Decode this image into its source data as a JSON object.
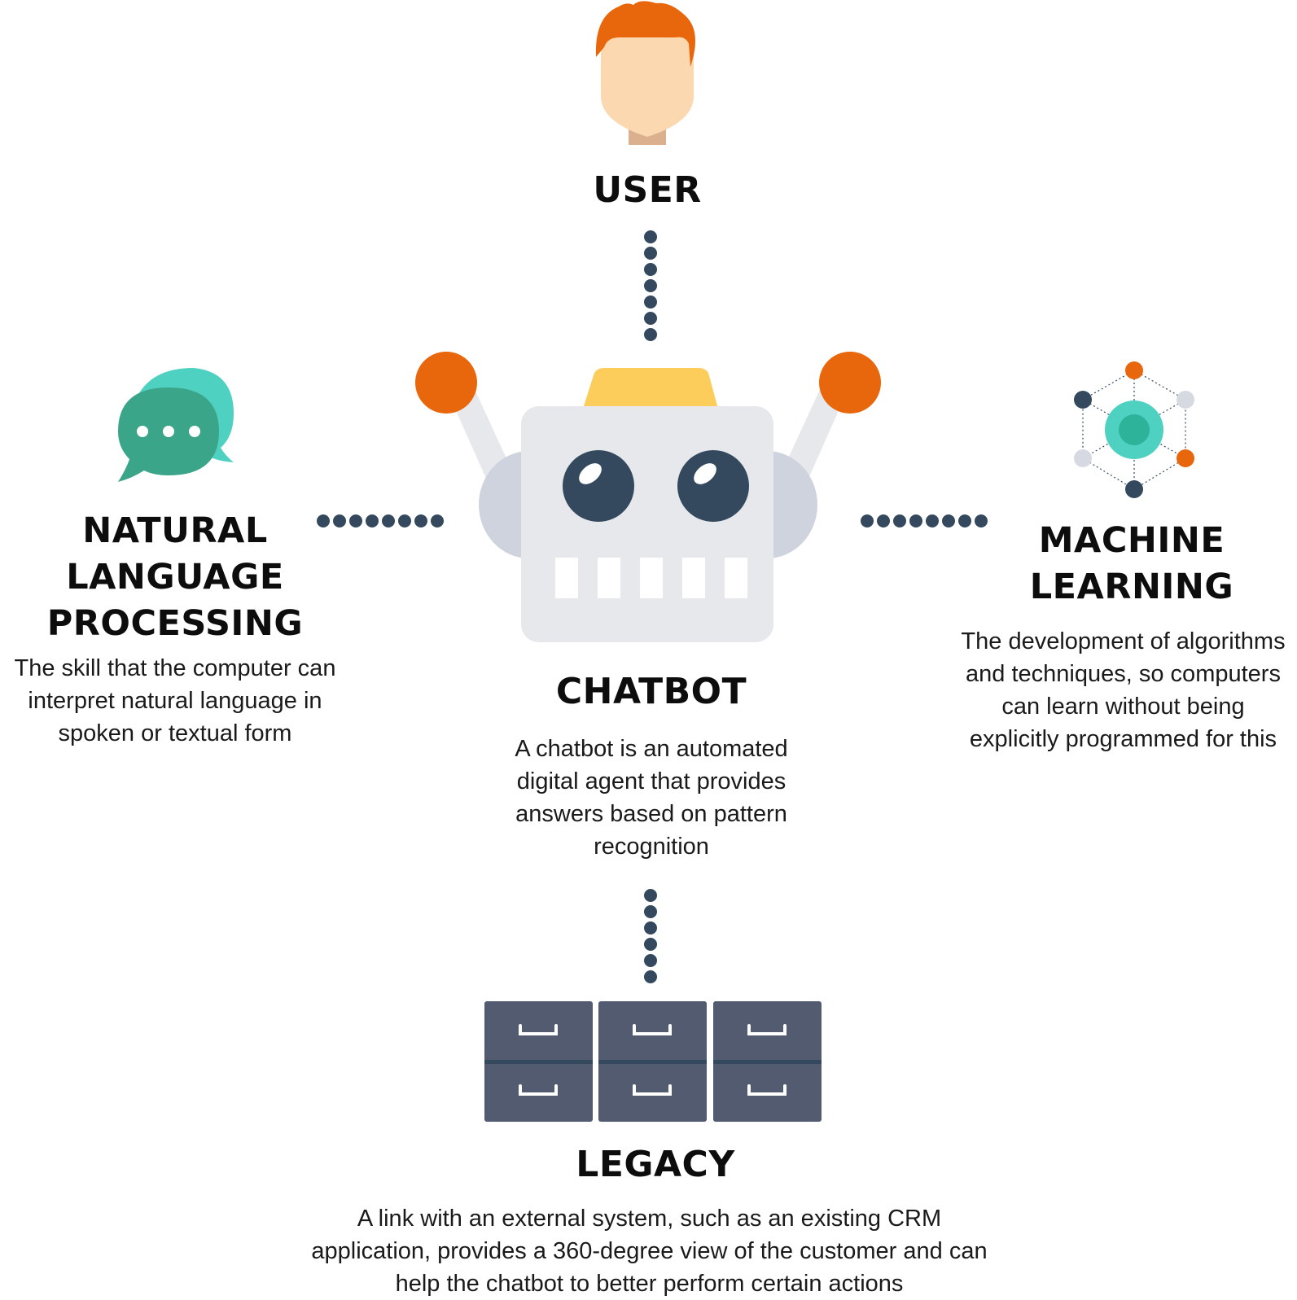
{
  "user": {
    "title": "USER"
  },
  "nlp": {
    "title_lines": [
      "NATURAL",
      "LANGUAGE",
      "PROCESSING"
    ],
    "description": "The skill that the computer can interpret natural language in spoken or textual form"
  },
  "chatbot": {
    "title": "CHATBOT",
    "description": "A chatbot is an automated digital agent that provides answers based on pattern recognition"
  },
  "ml": {
    "title_lines": [
      "MACHINE",
      "LEARNING"
    ],
    "description": "The development of algorithms and techniques, so computers can learn without being explicitly programmed for this"
  },
  "legacy": {
    "title": "LEGACY",
    "description": "A link with an external system, such as an existing CRM application, provides a 360-degree view of the customer and can help the chatbot to better perform certain actions"
  },
  "colors": {
    "dark_navy": "#34495e",
    "orange": "#e8670c",
    "teal": "#4fd1c1",
    "green": "#3ba58a",
    "yellow": "#fccd5a",
    "robot_gray": "#e6e8ec",
    "cabinet": "#525b70"
  },
  "icons": {
    "user": "person-avatar-icon",
    "nlp": "speech-bubbles-icon",
    "chatbot": "robot-icon",
    "ml": "network-graph-icon",
    "legacy": "filing-cabinet-icon"
  }
}
